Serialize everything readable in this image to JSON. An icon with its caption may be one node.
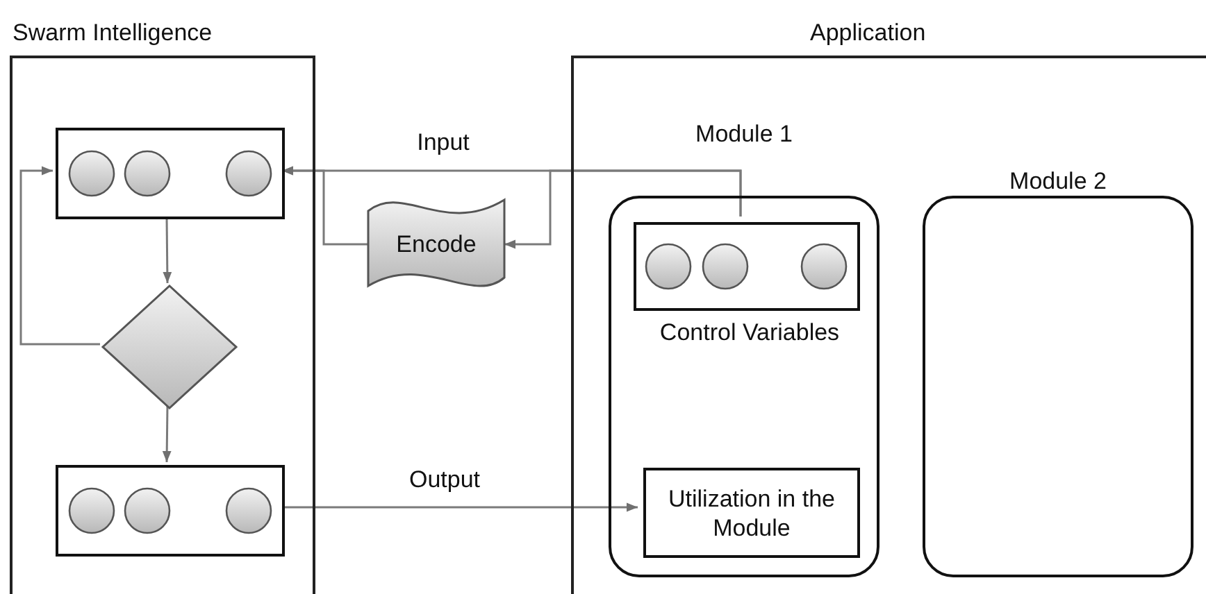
{
  "diagram": {
    "nodes": [
      {
        "text": [
          "Swarm Intelligence"
        ]
      },
      {
        "text": [],
        "shape": "box",
        "in": 0
      },
      {
        "text": [],
        "shape": "diamond",
        "in": 0
      },
      {
        "text": [],
        "shape": "box",
        "in": 0
      },
      {
        "text": [
          "Application"
        ]
      },
      {
        "text": [
          "Encode"
        ]
      },
      {
        "text": [
          "Module 1"
        ],
        "in": 4
      },
      {
        "text": [
          "Control Variables"
        ],
        "in": 6
      },
      {
        "text": [
          "Utilization in the Module"
        ],
        "in": 6
      },
      {
        "text": [
          "Module 2"
        ],
        "in": 4
      }
    ],
    "edges": [
      {
        "from": 7,
        "to": 1,
        "label": "Input",
        "arrow": "to"
      },
      {
        "from": 7,
        "to": 5,
        "arrow": "to"
      },
      {
        "from": 5,
        "to": 1,
        "arrow": "to"
      },
      {
        "from": 1,
        "to": 2,
        "arrow": "to"
      },
      {
        "from": 2,
        "to": 3,
        "arrow": "to"
      },
      {
        "from": 2,
        "to": 1,
        "arrow": "to"
      },
      {
        "from": 3,
        "to": 8,
        "label": "Output",
        "arrow": "to"
      }
    ]
  }
}
